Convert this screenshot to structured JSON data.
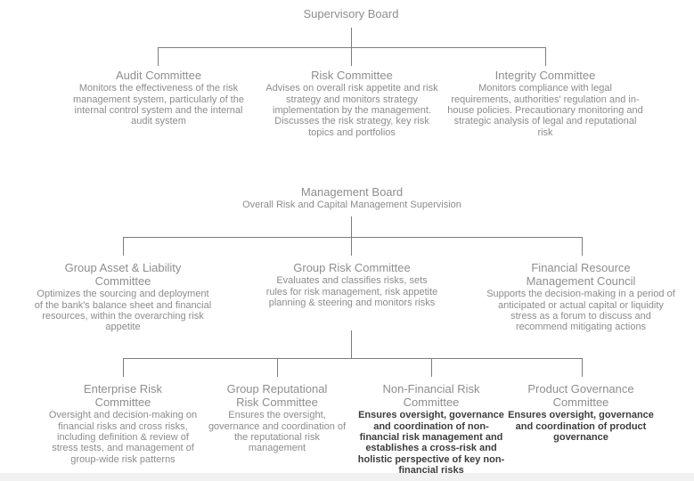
{
  "colors": {
    "background": "#ffffff",
    "title_text": "#8e8e8e",
    "body_text": "#8c8c8c",
    "emphasis_text": "#3d3d3d",
    "connector_line": "#7c7c7c"
  },
  "org": {
    "supervisory": {
      "title": "Supervisory Board",
      "committees": [
        {
          "title": "Audit Committee",
          "description": "Monitors the effectiveness of the risk management system, particularly of the internal control system and the internal audit system"
        },
        {
          "title": "Risk Committee",
          "description": "Advises on overall risk appetite and risk strategy and monitors strategy implementation by the management. Discusses the risk strategy, key risk topics and portfolios"
        },
        {
          "title": "Integrity Committee",
          "description": "Monitors compliance with legal requirements, authorities' regulation and in-house policies. Precautionary monitoring and strategic analysis of legal and reputational risk"
        }
      ]
    },
    "management": {
      "title": "Management Board",
      "subtitle": "Overall Risk and Capital Management Supervision",
      "committees": [
        {
          "title": "Group Asset & Liability Committee",
          "description": "Optimizes the sourcing and deployment of the bank's balance sheet and financial resources, within the overarching risk appetite"
        },
        {
          "title": "Group Risk Committee",
          "description": "Evaluates and classifies risks, sets rules for risk management, risk appetite planning & steering and monitors risks"
        },
        {
          "title": "Financial Resource Management Council",
          "description": "Supports the decision-making in a period of anticipated or actual capital or liquidity stress as a forum to discuss and recommend mitigating actions"
        }
      ],
      "risk_subcommittees": [
        {
          "title": "Enterprise Risk Committee",
          "description": "Oversight and decision-making on financial risks and cross risks, including definition & review of stress tests, and management of group-wide risk patterns"
        },
        {
          "title": "Group Reputational Risk Committee",
          "description": "Ensures the oversight, governance and coordination of the reputational risk management"
        },
        {
          "title": "Non-Financial Risk Committee",
          "description": "Ensures oversight, governance and coordination of non-financial risk management and establishes a cross-risk and holistic perspective of key non-financial risks"
        },
        {
          "title": "Product Governance Committee",
          "description": "Ensures oversight, governance and coordination of product governance"
        }
      ]
    }
  }
}
